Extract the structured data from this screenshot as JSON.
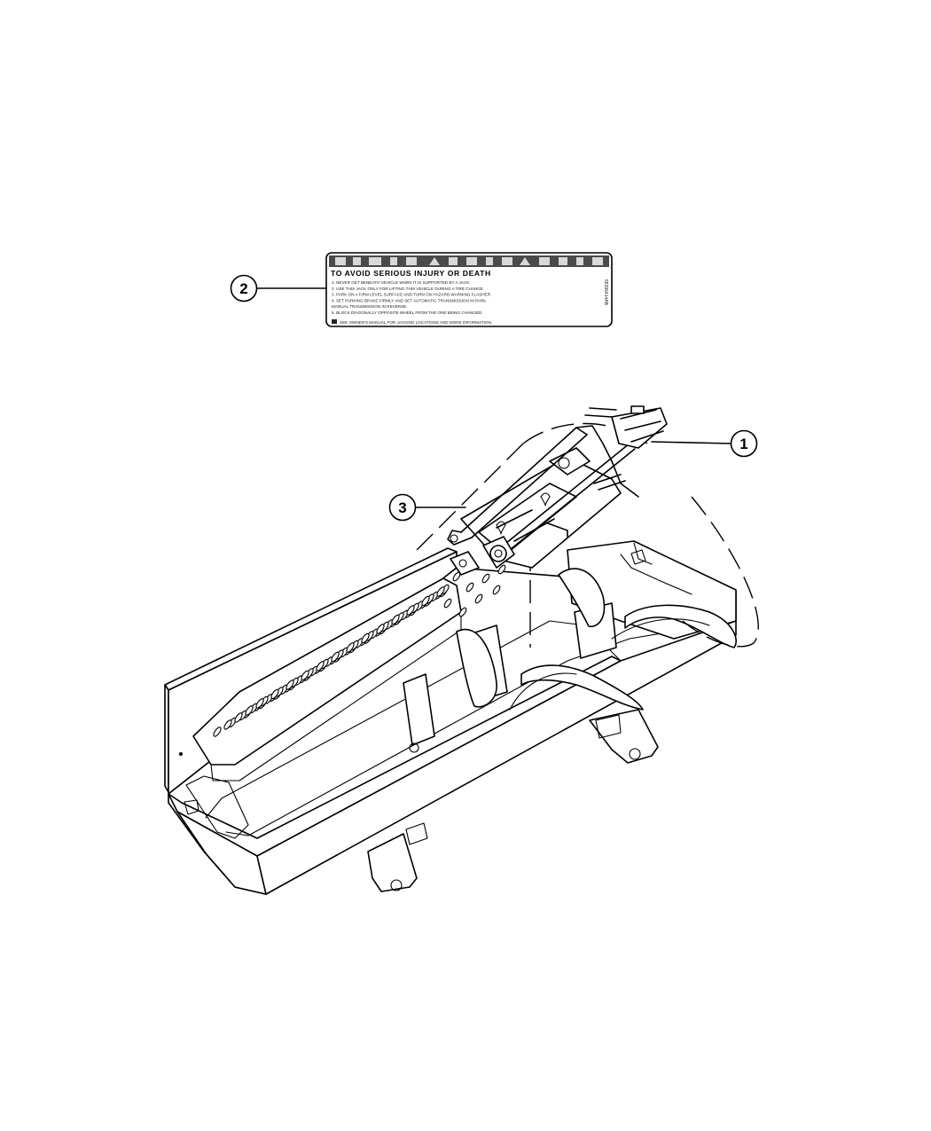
{
  "callouts": [
    {
      "number": "1",
      "part": "jack"
    },
    {
      "number": "2",
      "part": "warning-label"
    },
    {
      "number": "3",
      "part": "jack-handle"
    }
  ],
  "warning_label": {
    "heading": "TO AVOID SERIOUS INJURY OR DEATH",
    "lines": [
      "1. NEVER GET BENEATH VEHICLE WHEN IT IS SUPPORTED BY A JACK.",
      "2. USE THIS JACK ONLY FOR LIFTING THIS VEHICLE DURING A TIRE CHANGE.",
      "3. PARK ON A FIRM LEVEL SURFACE AND TURN ON HAZARD WARNING FLASHER.",
      "4. SET PARKING BRAKE FIRMLY AND SET AUTOMATIC TRANSMISSION IN PARK.",
      "   MANUAL TRANSMISSION IN REVERSE.",
      "5. BLOCK DIAGONALLY OPPOSITE WHEEL FROM THE ONE BEING CHANGED."
    ],
    "footer": "SEE OWNER'S MANUAL FOR JACKING LOCATIONS AND MORE INFORMATION.",
    "side_code": "55396414AB"
  },
  "colors": {
    "line": "#000000",
    "background": "#ffffff",
    "label_band": "#555555"
  }
}
